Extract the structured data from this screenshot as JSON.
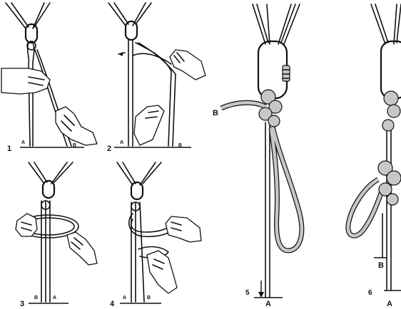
{
  "panels": [
    {
      "step": "1",
      "end_left": "A",
      "end_right": "B"
    },
    {
      "step": "2",
      "end_left": "A",
      "end_right": "B"
    },
    {
      "step": "3",
      "end_left": "B",
      "end_right": "A"
    },
    {
      "step": "4",
      "end_left": "A",
      "end_right": "B"
    },
    {
      "step": "5",
      "end_top": "B",
      "end_bottom": "A"
    },
    {
      "step": "6",
      "end_left": "B",
      "end_bottom": "A"
    }
  ]
}
